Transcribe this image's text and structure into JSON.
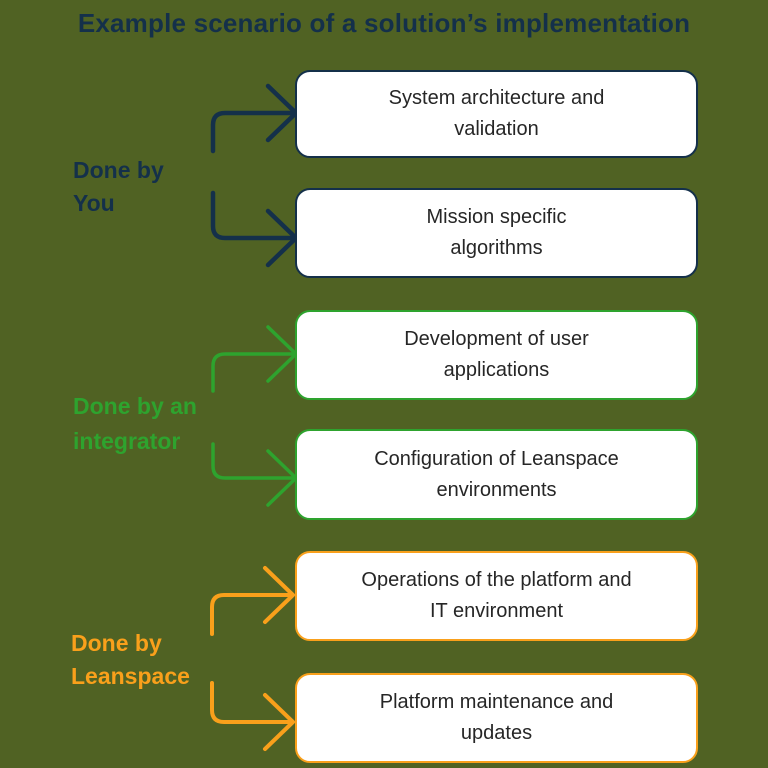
{
  "title": "Example scenario of a solution’s implementation",
  "colors": {
    "background": "#506223",
    "navy": "#14304a",
    "green": "#2ea32e",
    "orange": "#f9a01b",
    "box_bg": "#ffffff",
    "box_text": "#262626"
  },
  "groups": [
    {
      "id": "you",
      "label": "Done by\nYou",
      "color": "#14304a",
      "boxes": [
        "System architecture and\nvalidation",
        "Mission specific\nalgorithms"
      ]
    },
    {
      "id": "integrator",
      "label": "Done by an\nintegrator",
      "color": "#2ea32e",
      "boxes": [
        "Development of user\napplications",
        "Configuration of Leanspace\nenvironments"
      ]
    },
    {
      "id": "leanspace",
      "label": "Done by\nLeanspace",
      "color": "#f9a01b",
      "boxes": [
        "Operations of the platform and\nIT environment",
        "Platform maintenance and\nupdates"
      ]
    }
  ]
}
